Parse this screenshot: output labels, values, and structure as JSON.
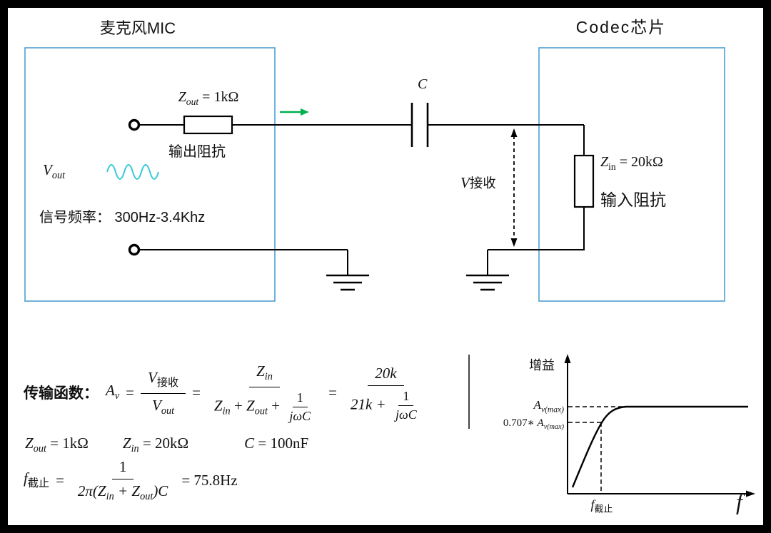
{
  "titles": {
    "mic": "麦克风MIC",
    "codec": "Codec芯片"
  },
  "circuit": {
    "zout_base": "Z",
    "zout_sub": "out",
    "zout_val": " = 1kΩ",
    "zout_caption": "输出阻抗",
    "vout_base": "V",
    "vout_sub": "out",
    "freq_label": "信号频率： 300Hz-3.4Khz",
    "cap_label": "C",
    "vrecv_base": "V",
    "vrecv_sub": "接收",
    "zin_base": "Z",
    "zin_sub": "in",
    "zin_val": " = 20kΩ",
    "zin_caption": "输入阻抗"
  },
  "formulas": {
    "tf_label": "传输函数：",
    "av_base": "A",
    "av_sub": "v",
    "eq1": "=",
    "eq2": "=",
    "eq3": "=",
    "f1_num_base": "V",
    "f1_num_sub": "接收",
    "f1_den_base": "V",
    "f1_den_sub": "out",
    "f2_num_base": "Z",
    "f2_num_sub": "in",
    "f2_den_z1": "Z",
    "f2_den_z1_sub": "in",
    "f2_den_plus1": " + ",
    "f2_den_z2": "Z",
    "f2_den_z2_sub": "out",
    "f2_den_plus2": " + ",
    "inner1_num": "1",
    "inner1_den": "jωC",
    "f3_num": "20k",
    "f3_den_pre": "21k + ",
    "inner2_num": "1",
    "inner2_den": "jωC",
    "p_zout_base": "Z",
    "p_zout_sub": "out",
    "p_zout_val": " = 1kΩ",
    "p_zin_base": "Z",
    "p_zin_sub": "in",
    "p_zin_val": " = 20kΩ",
    "p_c_base": "C",
    "p_c_val": " = 100nF",
    "fc_base": "f",
    "fc_sub": "截止",
    "fc_eq": "=",
    "fc_num": "1",
    "fc_den_a": "2π(Z",
    "fc_den_a_sub": "in",
    "fc_den_b": " + Z",
    "fc_den_b_sub": "out",
    "fc_den_c": ")C",
    "fc_result": "= 75.8Hz"
  },
  "graph": {
    "ylabel": "增益",
    "avmax_base": "A",
    "avmax_sub": "v(max)",
    "av707_pre": "0.707∗ ",
    "av707_base": "A",
    "av707_sub": "v(max)",
    "fc_base": "f",
    "fc_sub": "截止",
    "xlabel": "f"
  },
  "colors": {
    "box_blue": "#4f9fd0",
    "arrow_green": "#00b050",
    "sine_cyan": "#35c8d8"
  }
}
